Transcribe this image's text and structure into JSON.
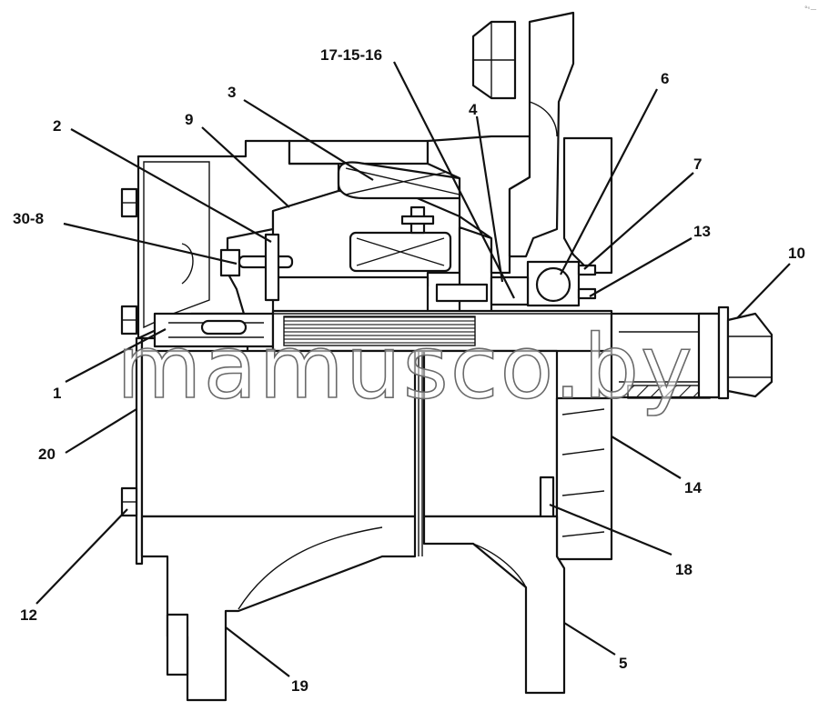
{
  "watermark": "mamusco.by",
  "corner_mark": "°ᵉ—",
  "callouts": [
    {
      "id": "lbl-17-15-16",
      "text": "17-15-16"
    },
    {
      "id": "lbl-3",
      "text": "3"
    },
    {
      "id": "lbl-9",
      "text": "9"
    },
    {
      "id": "lbl-2",
      "text": "2"
    },
    {
      "id": "lbl-30-8",
      "text": "30-8"
    },
    {
      "id": "lbl-4",
      "text": "4"
    },
    {
      "id": "lbl-6",
      "text": "6"
    },
    {
      "id": "lbl-7",
      "text": "7"
    },
    {
      "id": "lbl-13",
      "text": "13"
    },
    {
      "id": "lbl-10",
      "text": "10"
    },
    {
      "id": "lbl-1",
      "text": "1"
    },
    {
      "id": "lbl-20",
      "text": "20"
    },
    {
      "id": "lbl-14",
      "text": "14"
    },
    {
      "id": "lbl-18",
      "text": "18"
    },
    {
      "id": "lbl-12",
      "text": "12"
    },
    {
      "id": "lbl-19",
      "text": "19"
    },
    {
      "id": "lbl-5",
      "text": "5"
    }
  ]
}
